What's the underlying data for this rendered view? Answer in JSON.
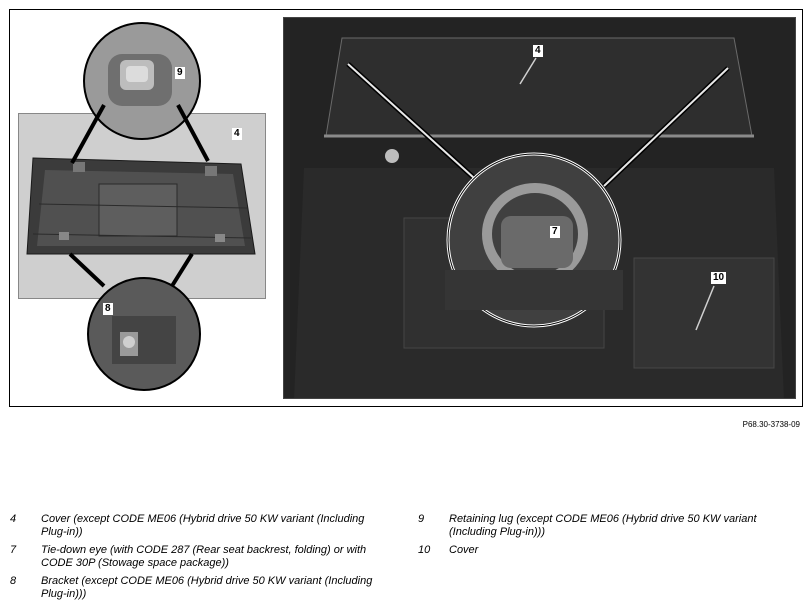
{
  "callouts": {
    "c4_left": "4",
    "c9": "9",
    "c8": "8",
    "c4_right": "4",
    "c7": "7",
    "c10": "10"
  },
  "figure_code": "P68.30-3738-09",
  "legend": {
    "left": [
      {
        "num": "4",
        "text": "Cover (except CODE ME06 (Hybrid drive 50 KW variant (Including Plug-in))"
      },
      {
        "num": "7",
        "text": "Tie-down eye (with CODE 287 (Rear seat backrest, folding) or with CODE 30P (Stowage space package))"
      },
      {
        "num": "8",
        "text": "Bracket (except CODE ME06 (Hybrid drive 50 KW variant (Including Plug-in)))"
      }
    ],
    "right": [
      {
        "num": "9",
        "text": "Retaining lug (except CODE ME06 (Hybrid drive 50 KW variant (Including Plug-in)))"
      },
      {
        "num": "10",
        "text": "Cover"
      }
    ]
  }
}
